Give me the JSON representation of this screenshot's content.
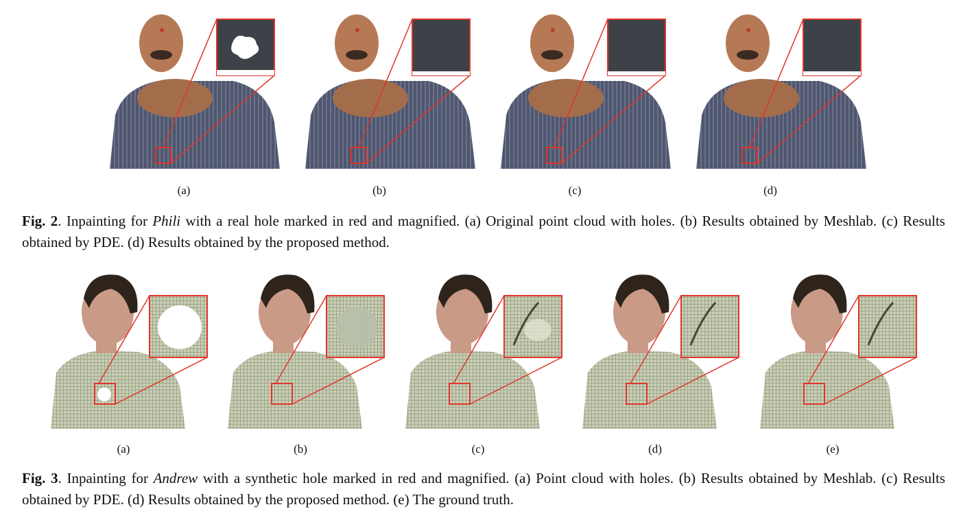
{
  "figure2": {
    "panels": [
      {
        "label": "(a)",
        "inset": "hole"
      },
      {
        "label": "(b)",
        "inset": "meshlab"
      },
      {
        "label": "(c)",
        "inset": "pde"
      },
      {
        "label": "(d)",
        "inset": "proposed"
      }
    ],
    "caption": {
      "label": "Fig. 2",
      "pre": ". Inpainting for ",
      "name": "Phili",
      "post": " with a real hole marked in red and magnified. (a) Original point cloud with holes. (b) Results obtained by Meshlab. (c) Results obtained by PDE. (d) Results obtained by the proposed method."
    }
  },
  "figure3": {
    "panels": [
      {
        "label": "(a)",
        "inset": "hole"
      },
      {
        "label": "(b)",
        "inset": "meshlab"
      },
      {
        "label": "(c)",
        "inset": "pde"
      },
      {
        "label": "(d)",
        "inset": "proposed"
      },
      {
        "label": "(e)",
        "inset": "truth"
      }
    ],
    "caption": {
      "label": "Fig. 3",
      "pre": ". Inpainting for ",
      "name": "Andrew",
      "post": " with a synthetic hole marked in red and magnified. (a) Point cloud with holes. (b) Results obtained by Meshlab. (c) Results obtained by PDE. (d) Results obtained by the proposed method. (e) The ground truth."
    }
  },
  "colors": {
    "marker_red": "#e0342a",
    "phili_shirt": "#4f5670",
    "phili_skin": "#b57a55",
    "phili_inset": "#3d4249",
    "andrew_shirt": "#c9cfb4",
    "andrew_skin": "#c99a86",
    "andrew_hair": "#2e241c"
  }
}
